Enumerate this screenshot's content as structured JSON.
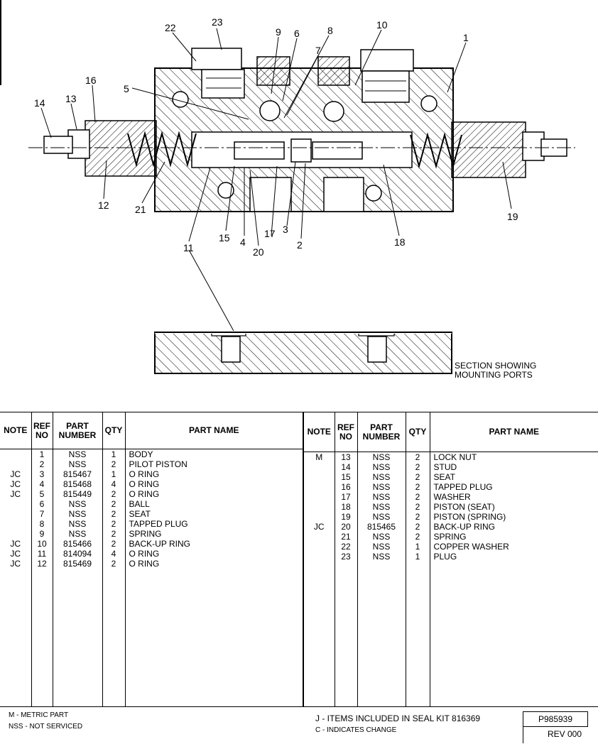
{
  "callouts": {
    "c1": "1",
    "c2": "2",
    "c3": "3",
    "c4": "4",
    "c5": "5",
    "c6": "6",
    "c7": "7",
    "c8": "8",
    "c9": "9",
    "c10": "10",
    "c11": "11",
    "c12": "12",
    "c13": "13",
    "c14": "14",
    "c15": "15",
    "c16": "16",
    "c17": "17",
    "c18": "18",
    "c19": "19",
    "c20": "20",
    "c21": "21",
    "c22": "22",
    "c23": "23"
  },
  "section_caption": {
    "line1": "SECTION SHOWING",
    "line2": "MOUNTING PORTS"
  },
  "table": {
    "headers": {
      "note": "NOTE",
      "ref": "REF NO",
      "part": "PART NUMBER",
      "qty": "QTY",
      "name": "PART NAME"
    },
    "left_rows": [
      {
        "note": "",
        "ref": "1",
        "part": "NSS",
        "qty": "1",
        "name": "BODY"
      },
      {
        "note": "",
        "ref": "2",
        "part": "NSS",
        "qty": "2",
        "name": "PILOT PISTON"
      },
      {
        "note": "JC",
        "ref": "3",
        "part": "815467",
        "qty": "1",
        "name": "O RING"
      },
      {
        "note": "JC",
        "ref": "4",
        "part": "815468",
        "qty": "4",
        "name": "O RING"
      },
      {
        "note": "JC",
        "ref": "5",
        "part": "815449",
        "qty": "2",
        "name": "O RING"
      },
      {
        "note": "",
        "ref": "6",
        "part": "NSS",
        "qty": "2",
        "name": "BALL"
      },
      {
        "note": "",
        "ref": "7",
        "part": "NSS",
        "qty": "2",
        "name": "SEAT"
      },
      {
        "note": "",
        "ref": "8",
        "part": "NSS",
        "qty": "2",
        "name": "TAPPED PLUG"
      },
      {
        "note": "",
        "ref": "9",
        "part": "NSS",
        "qty": "2",
        "name": "SPRING"
      },
      {
        "note": "JC",
        "ref": "10",
        "part": "815466",
        "qty": "2",
        "name": "BACK-UP RING"
      },
      {
        "note": "JC",
        "ref": "11",
        "part": "814094",
        "qty": "4",
        "name": "O RING"
      },
      {
        "note": "JC",
        "ref": "12",
        "part": "815469",
        "qty": "2",
        "name": "O RING"
      }
    ],
    "right_rows": [
      {
        "note": "M",
        "ref": "13",
        "part": "NSS",
        "qty": "2",
        "name": "LOCK NUT"
      },
      {
        "note": "",
        "ref": "14",
        "part": "NSS",
        "qty": "2",
        "name": "STUD"
      },
      {
        "note": "",
        "ref": "15",
        "part": "NSS",
        "qty": "2",
        "name": "SEAT"
      },
      {
        "note": "",
        "ref": "16",
        "part": "NSS",
        "qty": "2",
        "name": "TAPPED PLUG"
      },
      {
        "note": "",
        "ref": "17",
        "part": "NSS",
        "qty": "2",
        "name": "WASHER"
      },
      {
        "note": "",
        "ref": "18",
        "part": "NSS",
        "qty": "2",
        "name": "PISTON (SEAT)"
      },
      {
        "note": "",
        "ref": "19",
        "part": "NSS",
        "qty": "2",
        "name": "PISTON (SPRING)"
      },
      {
        "note": "JC",
        "ref": "20",
        "part": "815465",
        "qty": "2",
        "name": "BACK-UP RING"
      },
      {
        "note": "",
        "ref": "21",
        "part": "NSS",
        "qty": "2",
        "name": "SPRING"
      },
      {
        "note": "",
        "ref": "22",
        "part": "NSS",
        "qty": "1",
        "name": "COPPER WASHER"
      },
      {
        "note": "",
        "ref": "23",
        "part": "NSS",
        "qty": "1",
        "name": "PLUG"
      }
    ]
  },
  "footer": {
    "metric": "M - METRIC PART",
    "nss": "NSS - NOT SERVICED",
    "seal_kit": "J - ITEMS INCLUDED IN SEAL KIT 816369",
    "change": "C - INDICATES CHANGE",
    "doc_number": "P985939",
    "revision": "REV 000"
  }
}
